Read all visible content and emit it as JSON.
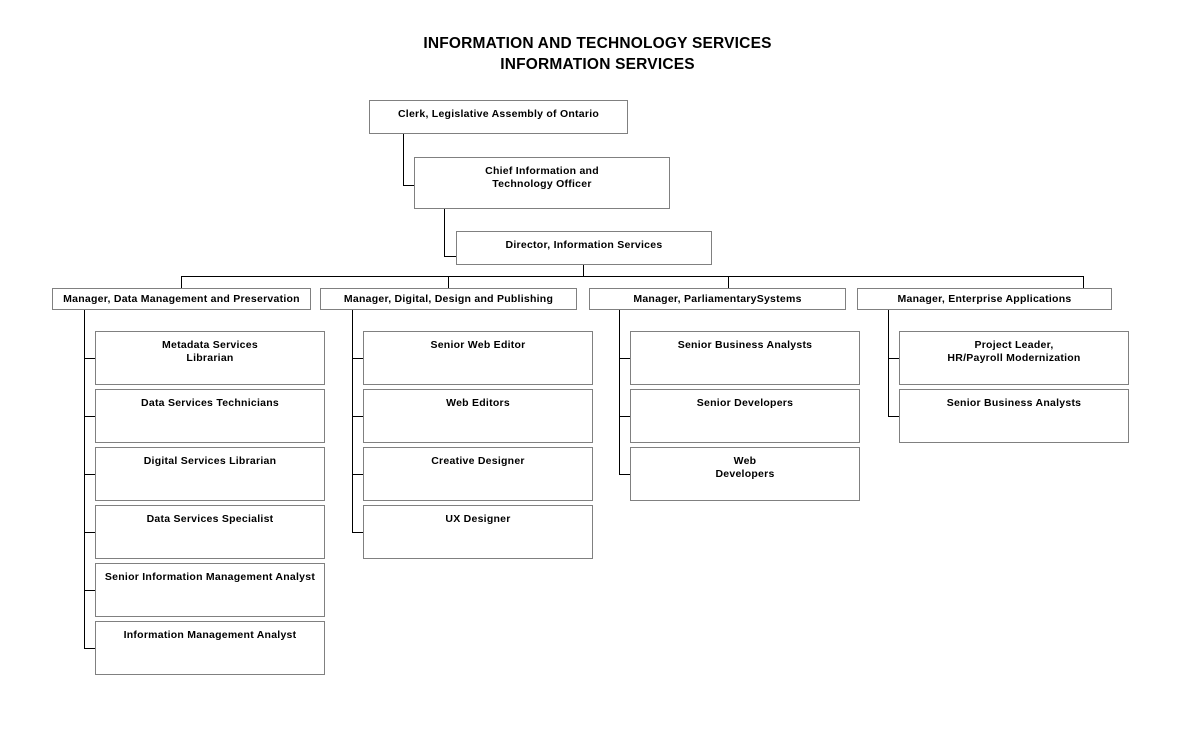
{
  "title": {
    "line1": "INFORMATION AND TECHNOLOGY SERVICES",
    "line2": "INFORMATION SERVICES"
  },
  "org": {
    "clerk": {
      "label": "Clerk, Legislative Assembly of Ontario"
    },
    "cito": {
      "line1": "Chief Information and",
      "line2": "Technology Officer"
    },
    "director": {
      "label": "Director, Information Services"
    },
    "branches": [
      {
        "manager": "Manager, Data Management and Preservation",
        "reports": [
          {
            "line1": "Metadata Services",
            "line2": "Librarian"
          },
          {
            "line1": "Data Services Technicians",
            "line2": ""
          },
          {
            "line1": "Digital Services Librarian",
            "line2": ""
          },
          {
            "line1": "Data Services Specialist",
            "line2": ""
          },
          {
            "line1": "Senior Information Management Analyst",
            "line2": ""
          },
          {
            "line1": "Information Management Analyst",
            "line2": ""
          }
        ]
      },
      {
        "manager": "Manager, Digital, Design and Publishing",
        "reports": [
          {
            "line1": "Senior Web Editor",
            "line2": ""
          },
          {
            "line1": "Web Editors",
            "line2": ""
          },
          {
            "line1": "Creative Designer",
            "line2": ""
          },
          {
            "line1": "UX Designer",
            "line2": ""
          }
        ]
      },
      {
        "manager": "Manager, ParliamentarySystems",
        "reports": [
          {
            "line1": "Senior Business Analysts",
            "line2": ""
          },
          {
            "line1": "Senior Developers",
            "line2": ""
          },
          {
            "line1": "Web",
            "line2": "Developers"
          }
        ]
      },
      {
        "manager": "Manager, Enterprise Applications",
        "reports": [
          {
            "line1": "Project Leader,",
            "line2": "HR/Payroll Modernization"
          },
          {
            "line1": "Senior Business Analysts",
            "line2": ""
          }
        ]
      }
    ]
  },
  "colors": {
    "box_border": "#808080",
    "connector": "#000000",
    "text": "#000000",
    "background": "#ffffff"
  }
}
